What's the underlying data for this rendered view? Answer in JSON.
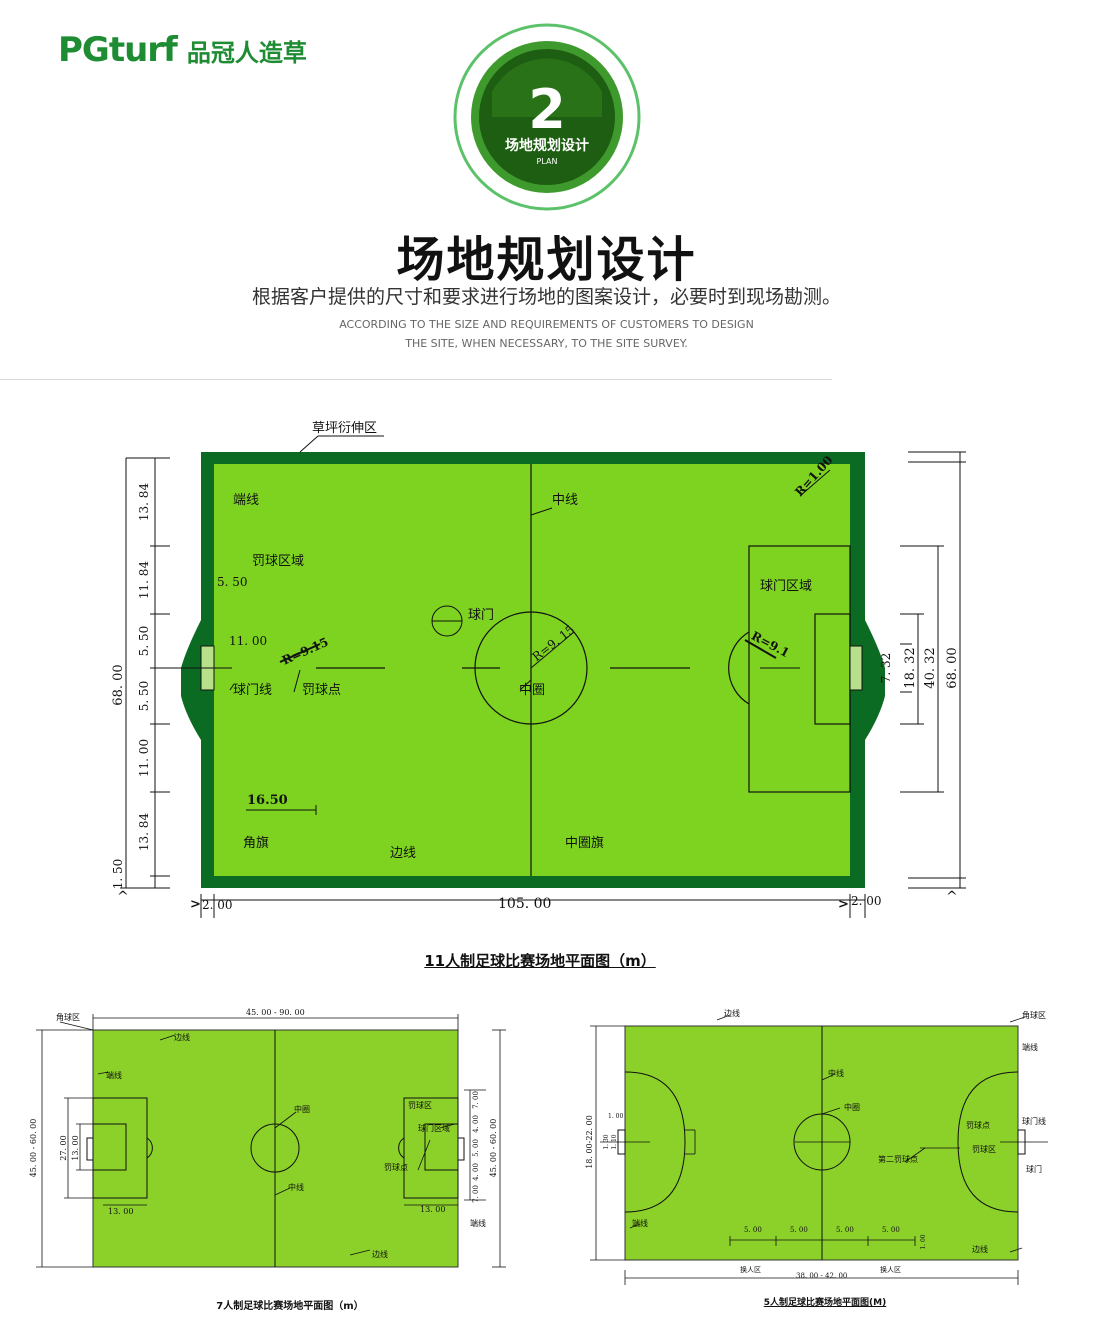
{
  "brand": {
    "logo_mark": "PGturf",
    "name_cn": "品冠人造草"
  },
  "badge": {
    "number": "2",
    "label_cn": "场地规划设计",
    "label_en": "PLAN"
  },
  "title": "场地规划设计",
  "subtitle": "根据客户提供的尺寸和要求进行场地的图案设计，必要时到现场勘测。",
  "subtitle_en_1": "ACCORDING TO THE SIZE AND REQUIREMENTS OF CUSTOMERS TO DESIGN",
  "subtitle_en_2": "THE SITE, WHEN NECESSARY, TO THE SITE SURVEY.",
  "colors": {
    "brand_green": "#1e8c33",
    "field_green": "#7ed321",
    "border_green": "#0b6b22",
    "small_field": "#8bd12a"
  },
  "field11": {
    "caption": "11人制足球比赛场地平面图（m）",
    "labels": {
      "extension": "草坪衍伸区",
      "end_line": "端线",
      "center_line": "中线",
      "penalty_area": "罚球区域",
      "goal_area": "球门区域",
      "goal": "球门",
      "goal_line": "球门线",
      "penalty_spot": "罚球点",
      "center_circle": "中圈",
      "corner_flag": "角旗",
      "sideline": "边线",
      "center_flag": "中圈旗"
    },
    "dims": {
      "length": "105. 00",
      "width": "68. 00",
      "margin_left": "2. 00",
      "margin_right": "2. 00",
      "corner_r": "R=1.00",
      "r_center": "R=9. 15",
      "r_left": "R=9.15",
      "r_right": "R=9.1",
      "penalty_depth": "16.50",
      "penalty_spot_dist": "11. 00",
      "goal_area_depth": "5. 50",
      "left_chain": [
        "13. 84",
        "11. 84",
        "5. 50",
        "5. 50",
        "11. 00",
        "13. 84",
        "1. 50"
      ],
      "right_chain": [
        "7. 32",
        "18. 32",
        "40. 32",
        "68. 00"
      ]
    }
  },
  "field7": {
    "caption": "7人制足球比赛场地平面图（m）",
    "labels": {
      "corner_area": "角球区",
      "sideline_top": "边线",
      "end_line": "端线",
      "center_circle": "中圈",
      "center_line": "中线",
      "penalty_area": "罚球区",
      "goal_area": "球门区域",
      "penalty_spot": "罚球点",
      "end_line_right": "端线",
      "sideline_bottom": "边线"
    },
    "dims": {
      "length": "45. 00 - 90. 00",
      "width": "45. 00 - 60. 00",
      "width_right": "45. 00 - 60. 00",
      "d27": "27. 00",
      "d13v": "13. 00",
      "d13_left": "13. 00",
      "d13_right": "13. 00",
      "right_chain": [
        "7. 00",
        "4. 00",
        "5. 00",
        "4. 00",
        "7. 00"
      ]
    }
  },
  "field5": {
    "caption": "5人制足球比赛场地平面图(M)",
    "labels": {
      "sideline_top": "边线",
      "corner_area": "角球区",
      "end_line": "端线",
      "center_line": "中线",
      "center_circle": "中圈",
      "penalty_spot": "罚球点",
      "goal_line": "球门线",
      "goal_area": "罚球区",
      "second_spot": "第二罚球点",
      "goal": "球门",
      "end_line_left": "端线",
      "sideline_bottom": "边线",
      "sub_left": "换人区",
      "sub_right": "换人区"
    },
    "dims": {
      "length": "38. 00 - 42. 00",
      "width": "18. 00-22. 00",
      "w1": "1. 00",
      "w2": "1. 30",
      "w3": "1. 10",
      "segments": [
        "5. 00",
        "5. 00",
        "5. 00",
        "5. 00"
      ],
      "small": "1. 00"
    }
  }
}
